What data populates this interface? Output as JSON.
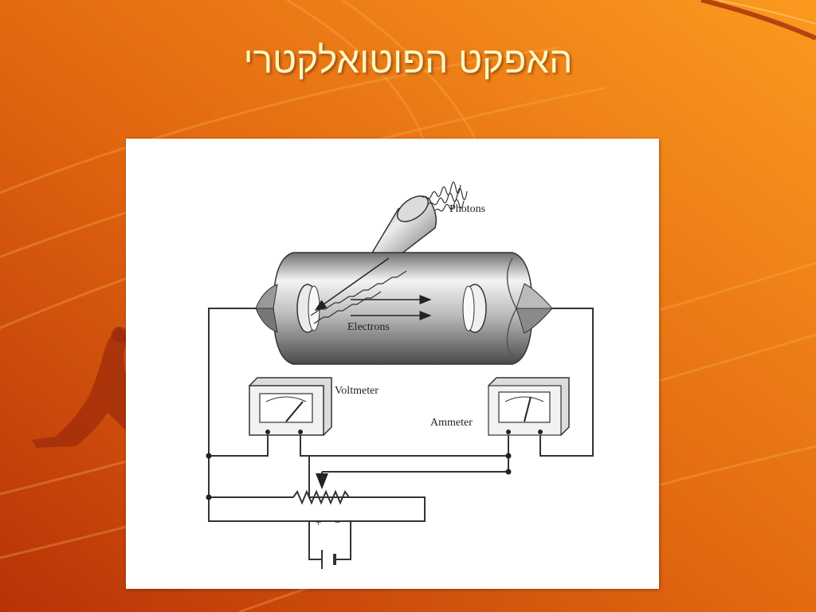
{
  "slide": {
    "title": "האפקט הפוטואלקטרי",
    "colors": {
      "background_light": "#f7941d",
      "background_dark": "#c9420a",
      "title_text": "#fff7c2",
      "panel": "#ffffff"
    }
  },
  "diagram": {
    "labels": {
      "photons": "Photons",
      "electrons": "Electrons",
      "voltmeter": "Voltmeter",
      "ammeter": "Ammeter",
      "plus": "+",
      "minus": "−"
    }
  }
}
